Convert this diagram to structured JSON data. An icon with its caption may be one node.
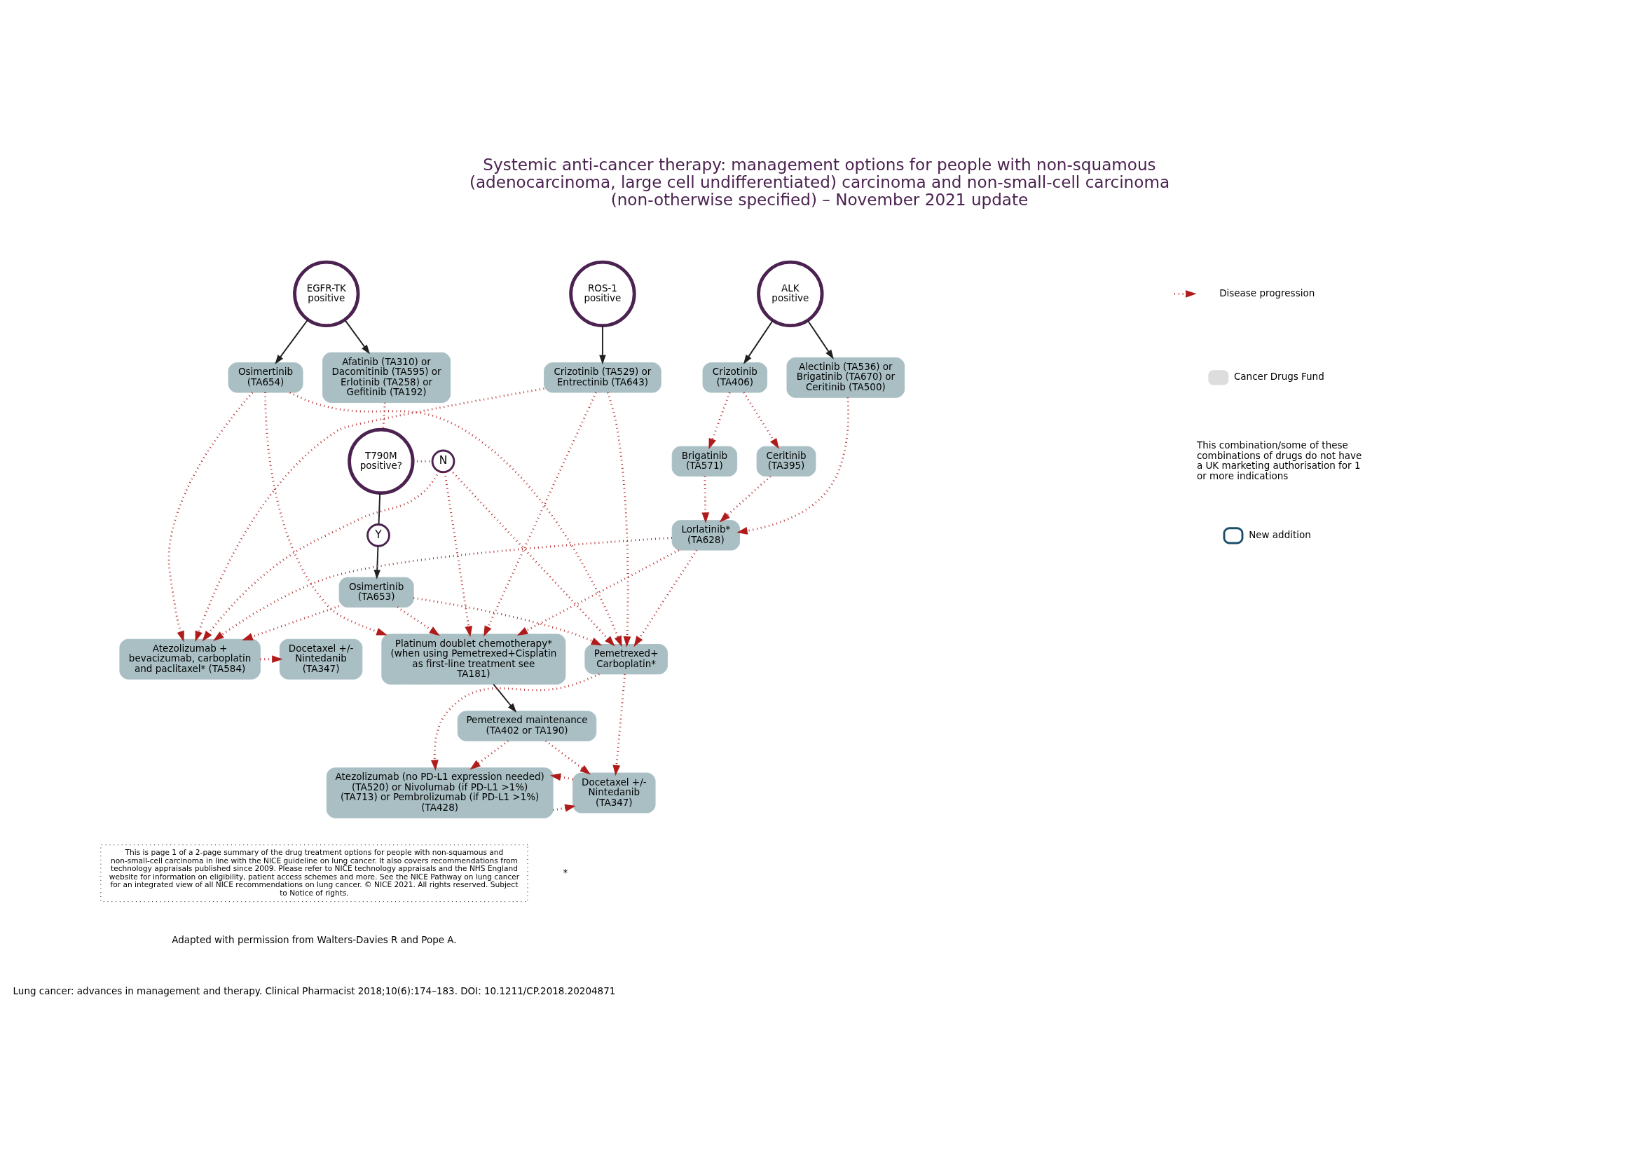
{
  "diagram": {
    "title": "Systemic anti-cancer therapy: management options for people with non-squamous (adenocarcinoma, large cell undifferentiated) carcinoma and non-small-cell carcinoma (non-otherwise specified) – November 2021 update",
    "nodes": [
      {
        "text": [
          "EGFR-TK positive"
        ]
      },
      {
        "text": [
          "ALK positive"
        ]
      },
      {
        "text": [
          "ROS-1 positive"
        ]
      },
      {
        "text": [
          "Afatinib (TA310) or Dacomitinib (TA595) or Erlotinib (TA258) or Gefitinib (TA192)"
        ]
      },
      {
        "text": [
          "Osimertinib (TA654)"
        ]
      },
      {
        "text": [
          "Alectinib (TA536) or Brigatinib (TA670) or Ceritinib (TA500)"
        ]
      },
      {
        "text": [
          "Crizotinib (TA406)"
        ]
      },
      {
        "text": [
          "Crizotinib (TA529) or Entrectinib (TA643)"
        ]
      },
      {
        "text": [
          "T790M positive?"
        ]
      },
      {
        "text": [
          "N"
        ]
      },
      {
        "text": [
          "Brigatinib (TA571)"
        ]
      },
      {
        "text": [
          "Ceritinib (TA395)"
        ]
      },
      {
        "text": [
          "Y"
        ]
      },
      {
        "text": [
          "Lorlatinib* (TA628)"
        ]
      },
      {
        "text": [
          "Osimertinib (TA653)"
        ]
      },
      {
        "text": [
          "Platinum doublet chemotherapy* (when using Pemetrexed+Cisplatin as first-line treatment see TA181)"
        ]
      },
      {
        "text": [
          "Pemetrexed+ Carboplatin*"
        ]
      },
      {
        "text": [
          "Atezolizumab + bevacizumab, carboplatin and paclitaxel* (TA584)"
        ]
      },
      {
        "text": [
          "Docetaxel +/- Nintedanib (TA347)"
        ]
      },
      {
        "text": [
          "Pemetrexed maintenance (TA402 or TA190)"
        ]
      },
      {
        "text": [
          "Atezolizumab (no PD-L1 expression needed) (TA520) or Nivolumab (if PD-L1 >1%) (TA713) or Pembrolizumab (if PD-L1 >1%) (TA428)"
        ]
      },
      {
        "text": [
          "Docetaxel +/- Nintedanib (TA347)"
        ]
      },
      {
        "text": [
          "This is page 1 of a 2-page summary of the drug treatment options for people with non-squamous and non-small-cell carcinoma in line with the NICE guideline on lung cancer. It also covers recommendations from technology appraisals published since 2009. Please refer to NICE technology appraisals and the NHS England website for information on eligibility, patient access schemes and more. See the NICE Pathway on lung cancer for an integrated view of all NICE recommendations on lung cancer. © NICE 2021. All rights reserved. Subject to Notice of rights."
        ]
      }
    ],
    "edges": [
      {
        "from": 0,
        "to": 3,
        "arrow": "to",
        "color": "#231f20"
      },
      {
        "from": 0,
        "to": 4,
        "arrow": "to",
        "color": "#231f20"
      },
      {
        "from": 1,
        "to": 5,
        "arrow": "to",
        "color": "#231f20"
      },
      {
        "from": 1,
        "to": 6,
        "arrow": "to",
        "color": "#231f20"
      },
      {
        "from": 2,
        "to": 7,
        "arrow": "to",
        "color": "#231f20"
      },
      {
        "from": 3,
        "to": 8,
        "arrow": "none",
        "style": "dashed"
      },
      {
        "from": 8,
        "to": 9,
        "arrow": "none",
        "style": "dashed"
      },
      {
        "from": 8,
        "to": 12,
        "arrow": "none",
        "color": "#231f20"
      },
      {
        "from": 12,
        "to": 14,
        "arrow": "to",
        "color": "#231f20"
      },
      {
        "from": 6,
        "to": 10,
        "arrow": "to",
        "style": "dashed"
      },
      {
        "from": 6,
        "to": 11,
        "arrow": "to",
        "style": "dashed"
      },
      {
        "from": 5,
        "to": 13,
        "arrow": "to",
        "style": "dashed"
      },
      {
        "from": 10,
        "to": 13,
        "arrow": "to",
        "style": "dashed"
      },
      {
        "from": 11,
        "to": 13,
        "arrow": "to",
        "style": "dashed"
      },
      {
        "from": 14,
        "to": 15,
        "arrow": "to",
        "style": "dashed"
      },
      {
        "from": 14,
        "to": 16,
        "arrow": "to",
        "style": "dashed"
      },
      {
        "from": 14,
        "to": 17,
        "arrow": "to",
        "style": "dashed"
      },
      {
        "from": 9,
        "to": 15,
        "arrow": "to",
        "style": "dashed"
      },
      {
        "from": 9,
        "to": 16,
        "arrow": "to",
        "style": "dashed"
      },
      {
        "from": 9,
        "to": 17,
        "arrow": "to",
        "style": "dashed"
      },
      {
        "from": 4,
        "to": 15,
        "arrow": "to",
        "style": "dashed"
      },
      {
        "from": 4,
        "to": 16,
        "arrow": "to",
        "style": "dashed"
      },
      {
        "from": 4,
        "to": 17,
        "arrow": "to",
        "style": "dashed"
      },
      {
        "from": 13,
        "to": 15,
        "arrow": "to",
        "style": "dashed"
      },
      {
        "from": 13,
        "to": 16,
        "arrow": "to",
        "style": "dashed"
      },
      {
        "from": 13,
        "to": 17,
        "arrow": "to",
        "style": "dashed"
      },
      {
        "from": 7,
        "to": 15,
        "arrow": "to",
        "style": "dashed"
      },
      {
        "from": 7,
        "to": 16,
        "arrow": "to",
        "style": "dashed"
      },
      {
        "from": 7,
        "to": 17,
        "arrow": "to",
        "style": "dashed"
      },
      {
        "from": 17,
        "to": 18,
        "arrow": "to",
        "style": "dashed"
      },
      {
        "from": 15,
        "to": 19,
        "arrow": "to",
        "color": "#231f20"
      },
      {
        "from": 16,
        "to": 20,
        "arrow": "to",
        "style": "dashed"
      },
      {
        "from": 16,
        "to": 21,
        "arrow": "to",
        "style": "dashed"
      },
      {
        "from": 19,
        "to": 20,
        "arrow": "to",
        "style": "dashed"
      },
      {
        "from": 19,
        "to": 21,
        "arrow": "to",
        "style": "dashed"
      },
      {
        "from": 20,
        "to": 21,
        "arrow": "to",
        "style": "dashed"
      },
      {
        "from": 21,
        "to": 20,
        "arrow": "to",
        "style": "dashed"
      }
    ],
    "labels": [
      "*",
      "Adapted with permission from Walters-Davies R and Pope A.",
      "Lung cancer: advances in management and therapy. Clinical Pharmacist 2018;10(6):174–183. DOI: 10.1211/CP.2018.20204871"
    ],
    "legend": [
      {
        "text": "Disease progression"
      },
      {
        "text": "Cancer Drugs Fund",
        "color": "#dddddd"
      },
      {
        "text": "This combination/some of these combinations of drugs do not have a UK marketing authorisation for 1 or more indications"
      },
      {
        "text": "New addition"
      }
    ]
  }
}
